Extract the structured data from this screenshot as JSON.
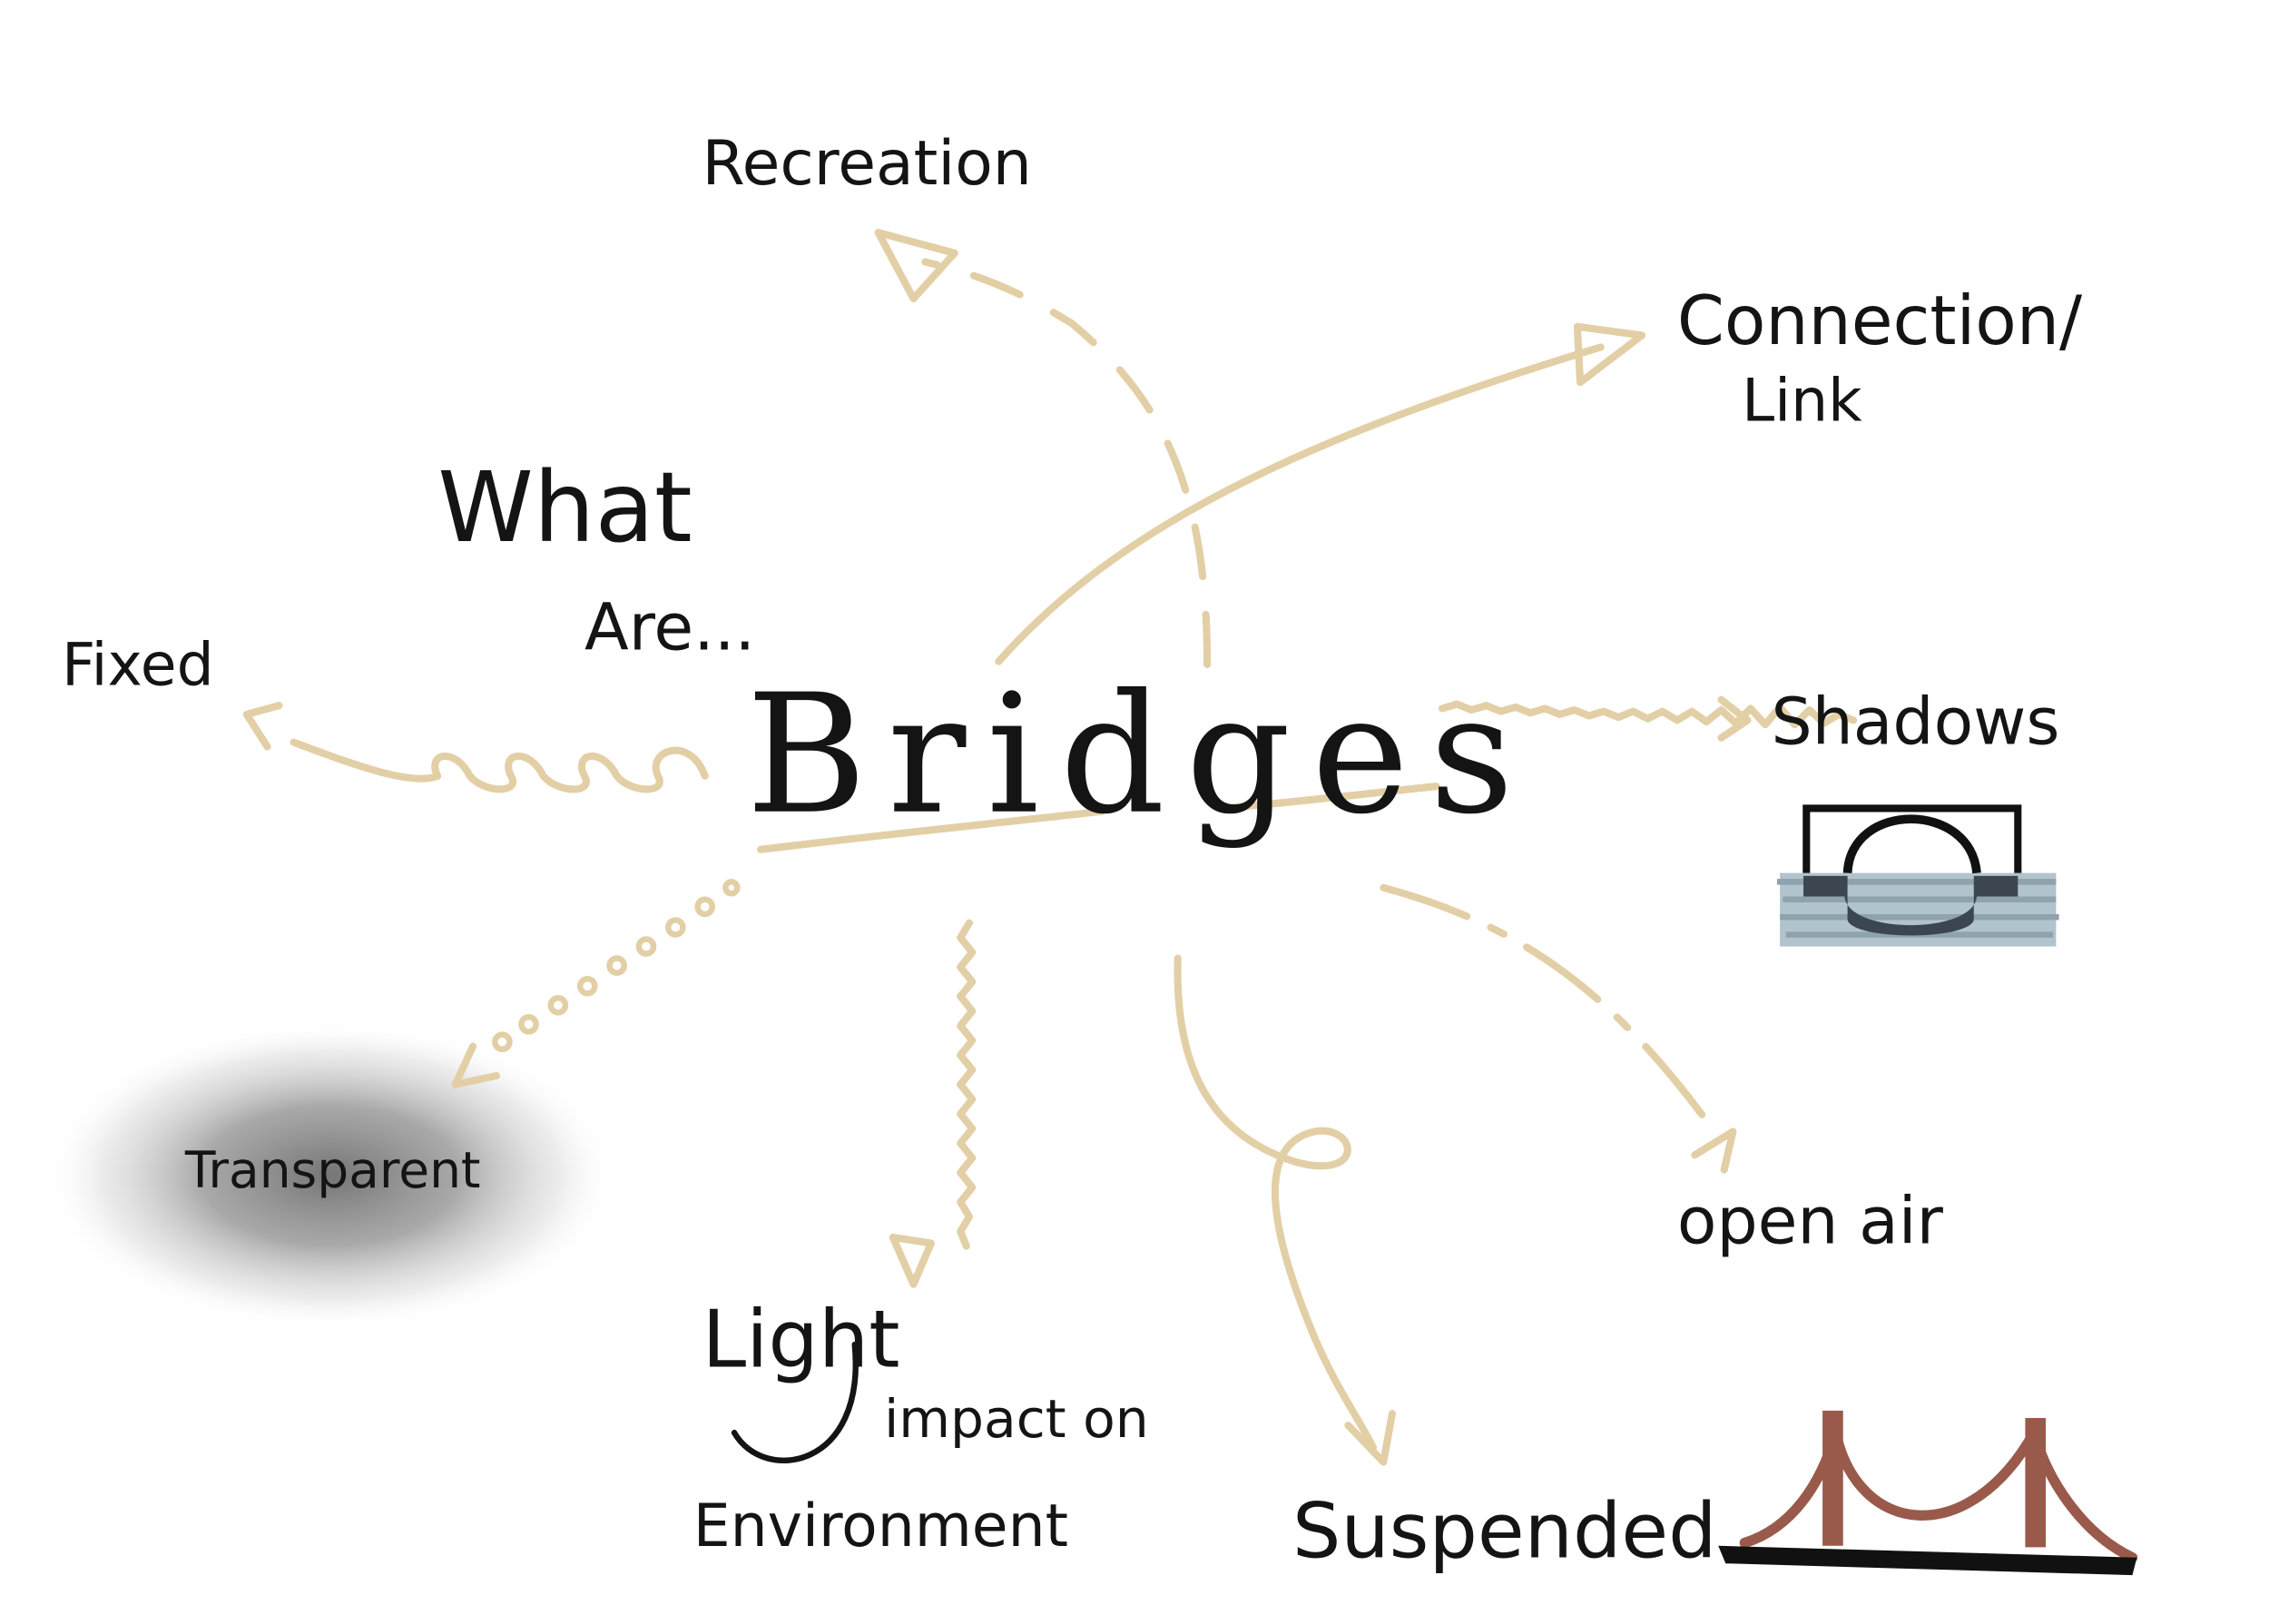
{
  "diagram": {
    "header_line1": "What",
    "header_line2": "Are...",
    "center": "Bridges",
    "branches": {
      "recreation": "Recreation",
      "connection_line1": "Connection/",
      "connection_line2": "Link",
      "shadows": "Shadows",
      "open_air": "open air",
      "suspended": "Suspended",
      "light_line1": "Light",
      "light_line2": "impact on",
      "light_line3": "Environment",
      "transparent": "Transparent",
      "fixed": "Fixed"
    }
  },
  "colors": {
    "ink": "#141414",
    "arrow": "#e3cfa6",
    "bridge_red": "#9a5a4b",
    "water_dark": "#3b4651",
    "water_light": "#a9bcc6"
  },
  "icons": {
    "shadows": "arch-bridge-reflection-icon",
    "suspended": "suspension-bridge-icon"
  }
}
